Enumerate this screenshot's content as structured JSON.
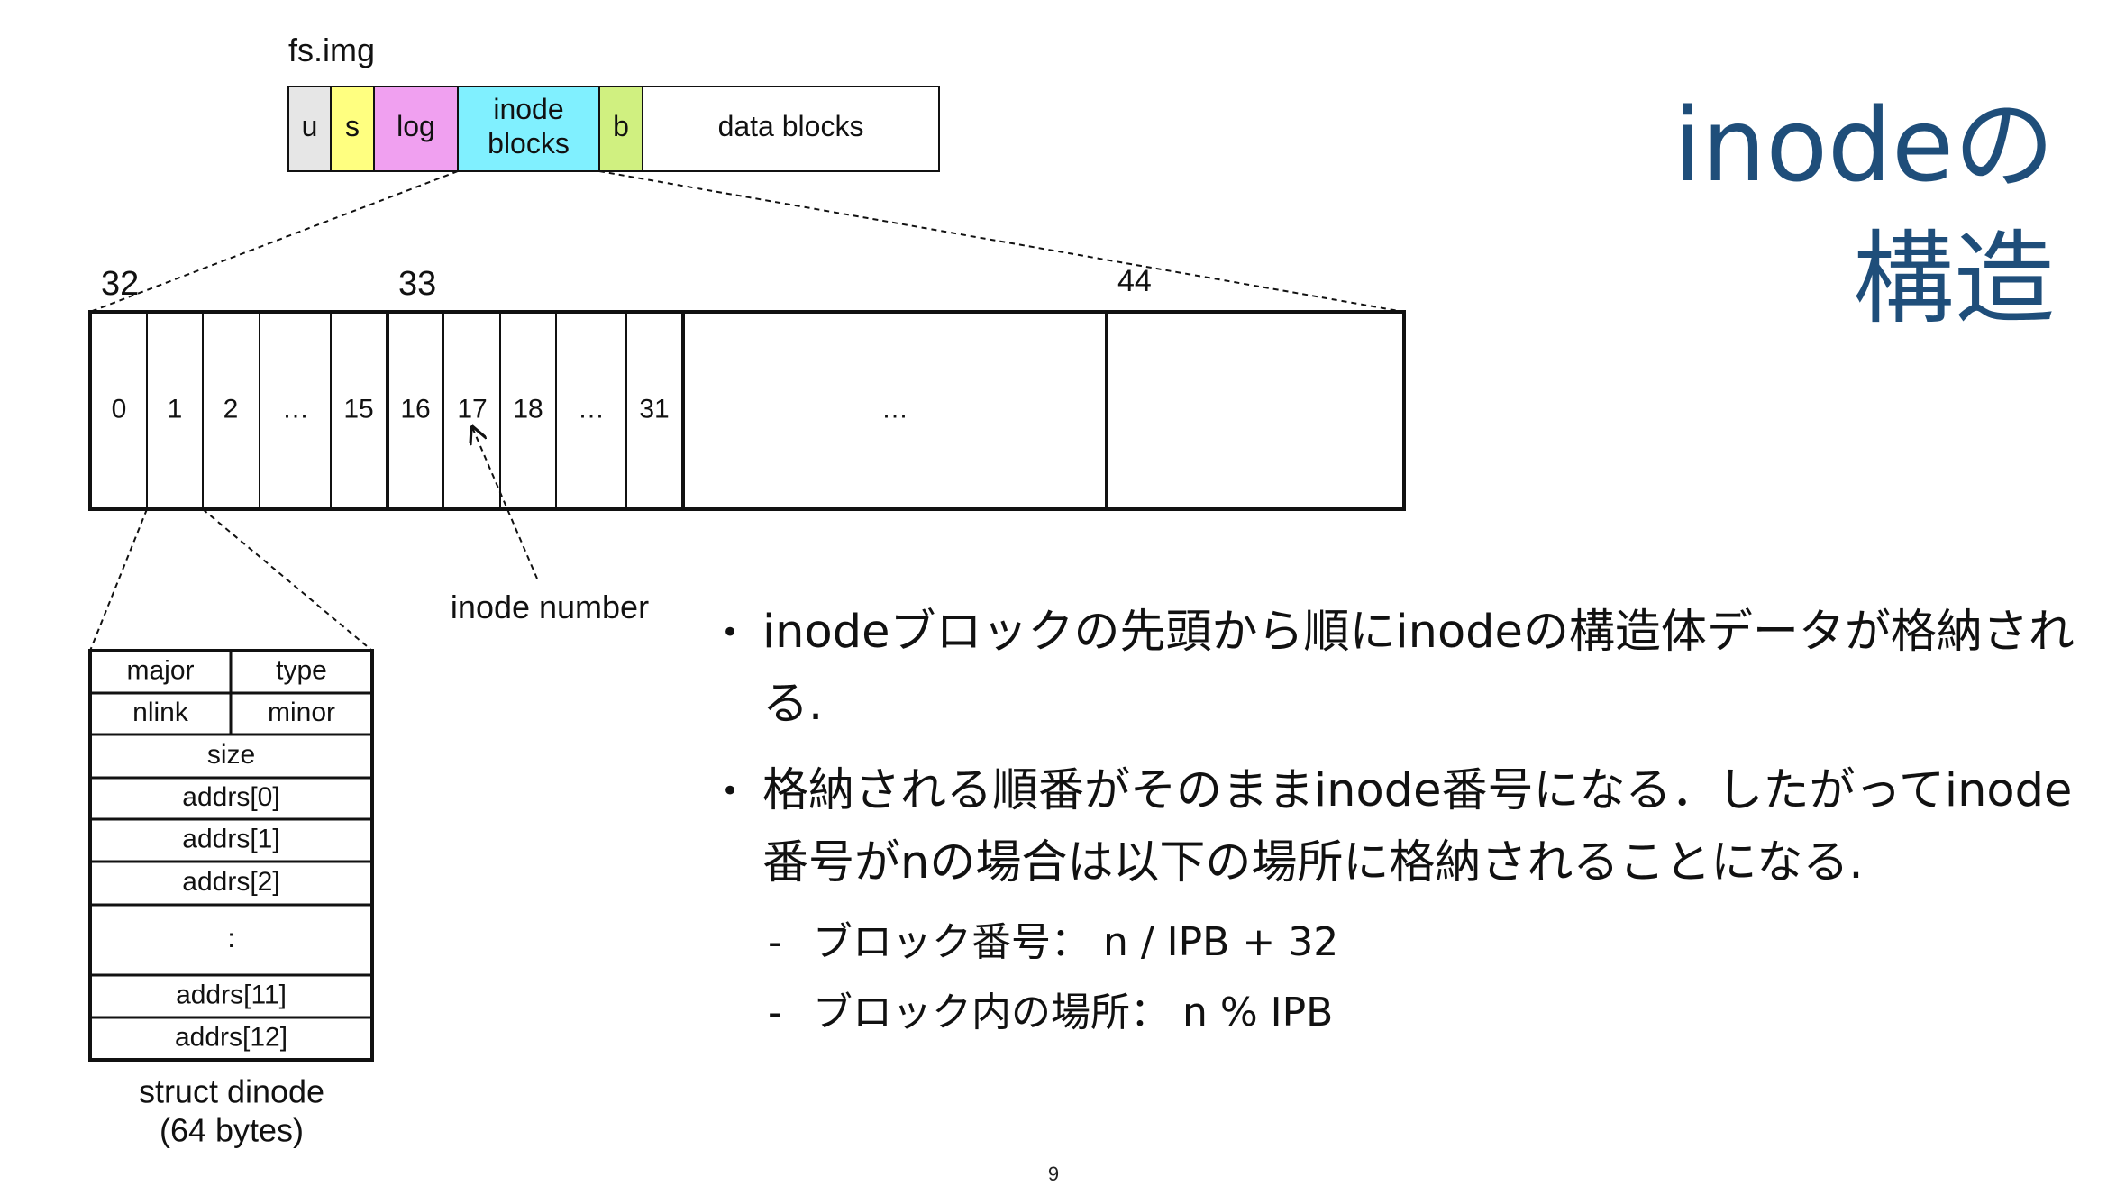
{
  "fs_img": {
    "label": "fs.img",
    "segments": [
      {
        "label": "u",
        "color": "#e6e6e6"
      },
      {
        "label": "s",
        "color": "#ffff80"
      },
      {
        "label": "log",
        "color": "#f0a0f0"
      },
      {
        "label": "inode\nblocks",
        "color": "#80f0ff"
      },
      {
        "label": "b",
        "color": "#d0f080"
      },
      {
        "label": "data blocks",
        "color": "#ffffff"
      }
    ]
  },
  "block_numbers": [
    "32",
    "33",
    "44"
  ],
  "inode_slots": [
    "0",
    "1",
    "2",
    "…",
    "15",
    "16",
    "17",
    "18",
    "…",
    "31",
    "…"
  ],
  "inode_number_label": "inode number",
  "dinode": {
    "rows": [
      [
        "major",
        "type"
      ],
      [
        "nlink",
        "minor"
      ],
      [
        "size"
      ],
      [
        "addrs[0]"
      ],
      [
        "addrs[1]"
      ],
      [
        "addrs[2]"
      ],
      [
        ":"
      ],
      [
        "addrs[11]"
      ],
      [
        "addrs[12]"
      ]
    ],
    "caption": "struct dinode\n(64 bytes)"
  },
  "title": {
    "line1": "inodeの",
    "line2": "構造",
    "color": "#1f4e7a"
  },
  "bullets": [
    "inodeブロックの先頭から順にinodeの構造体データが格納される.",
    "格納される順番がそのままinode番号になる．したがってinode番号がnの場合は以下の場所に格納されることになる."
  ],
  "sub_bullets": [
    "ブロック番号： n / IPB + 32",
    "ブロック内の場所： n % IPB"
  ],
  "page_number": "9"
}
